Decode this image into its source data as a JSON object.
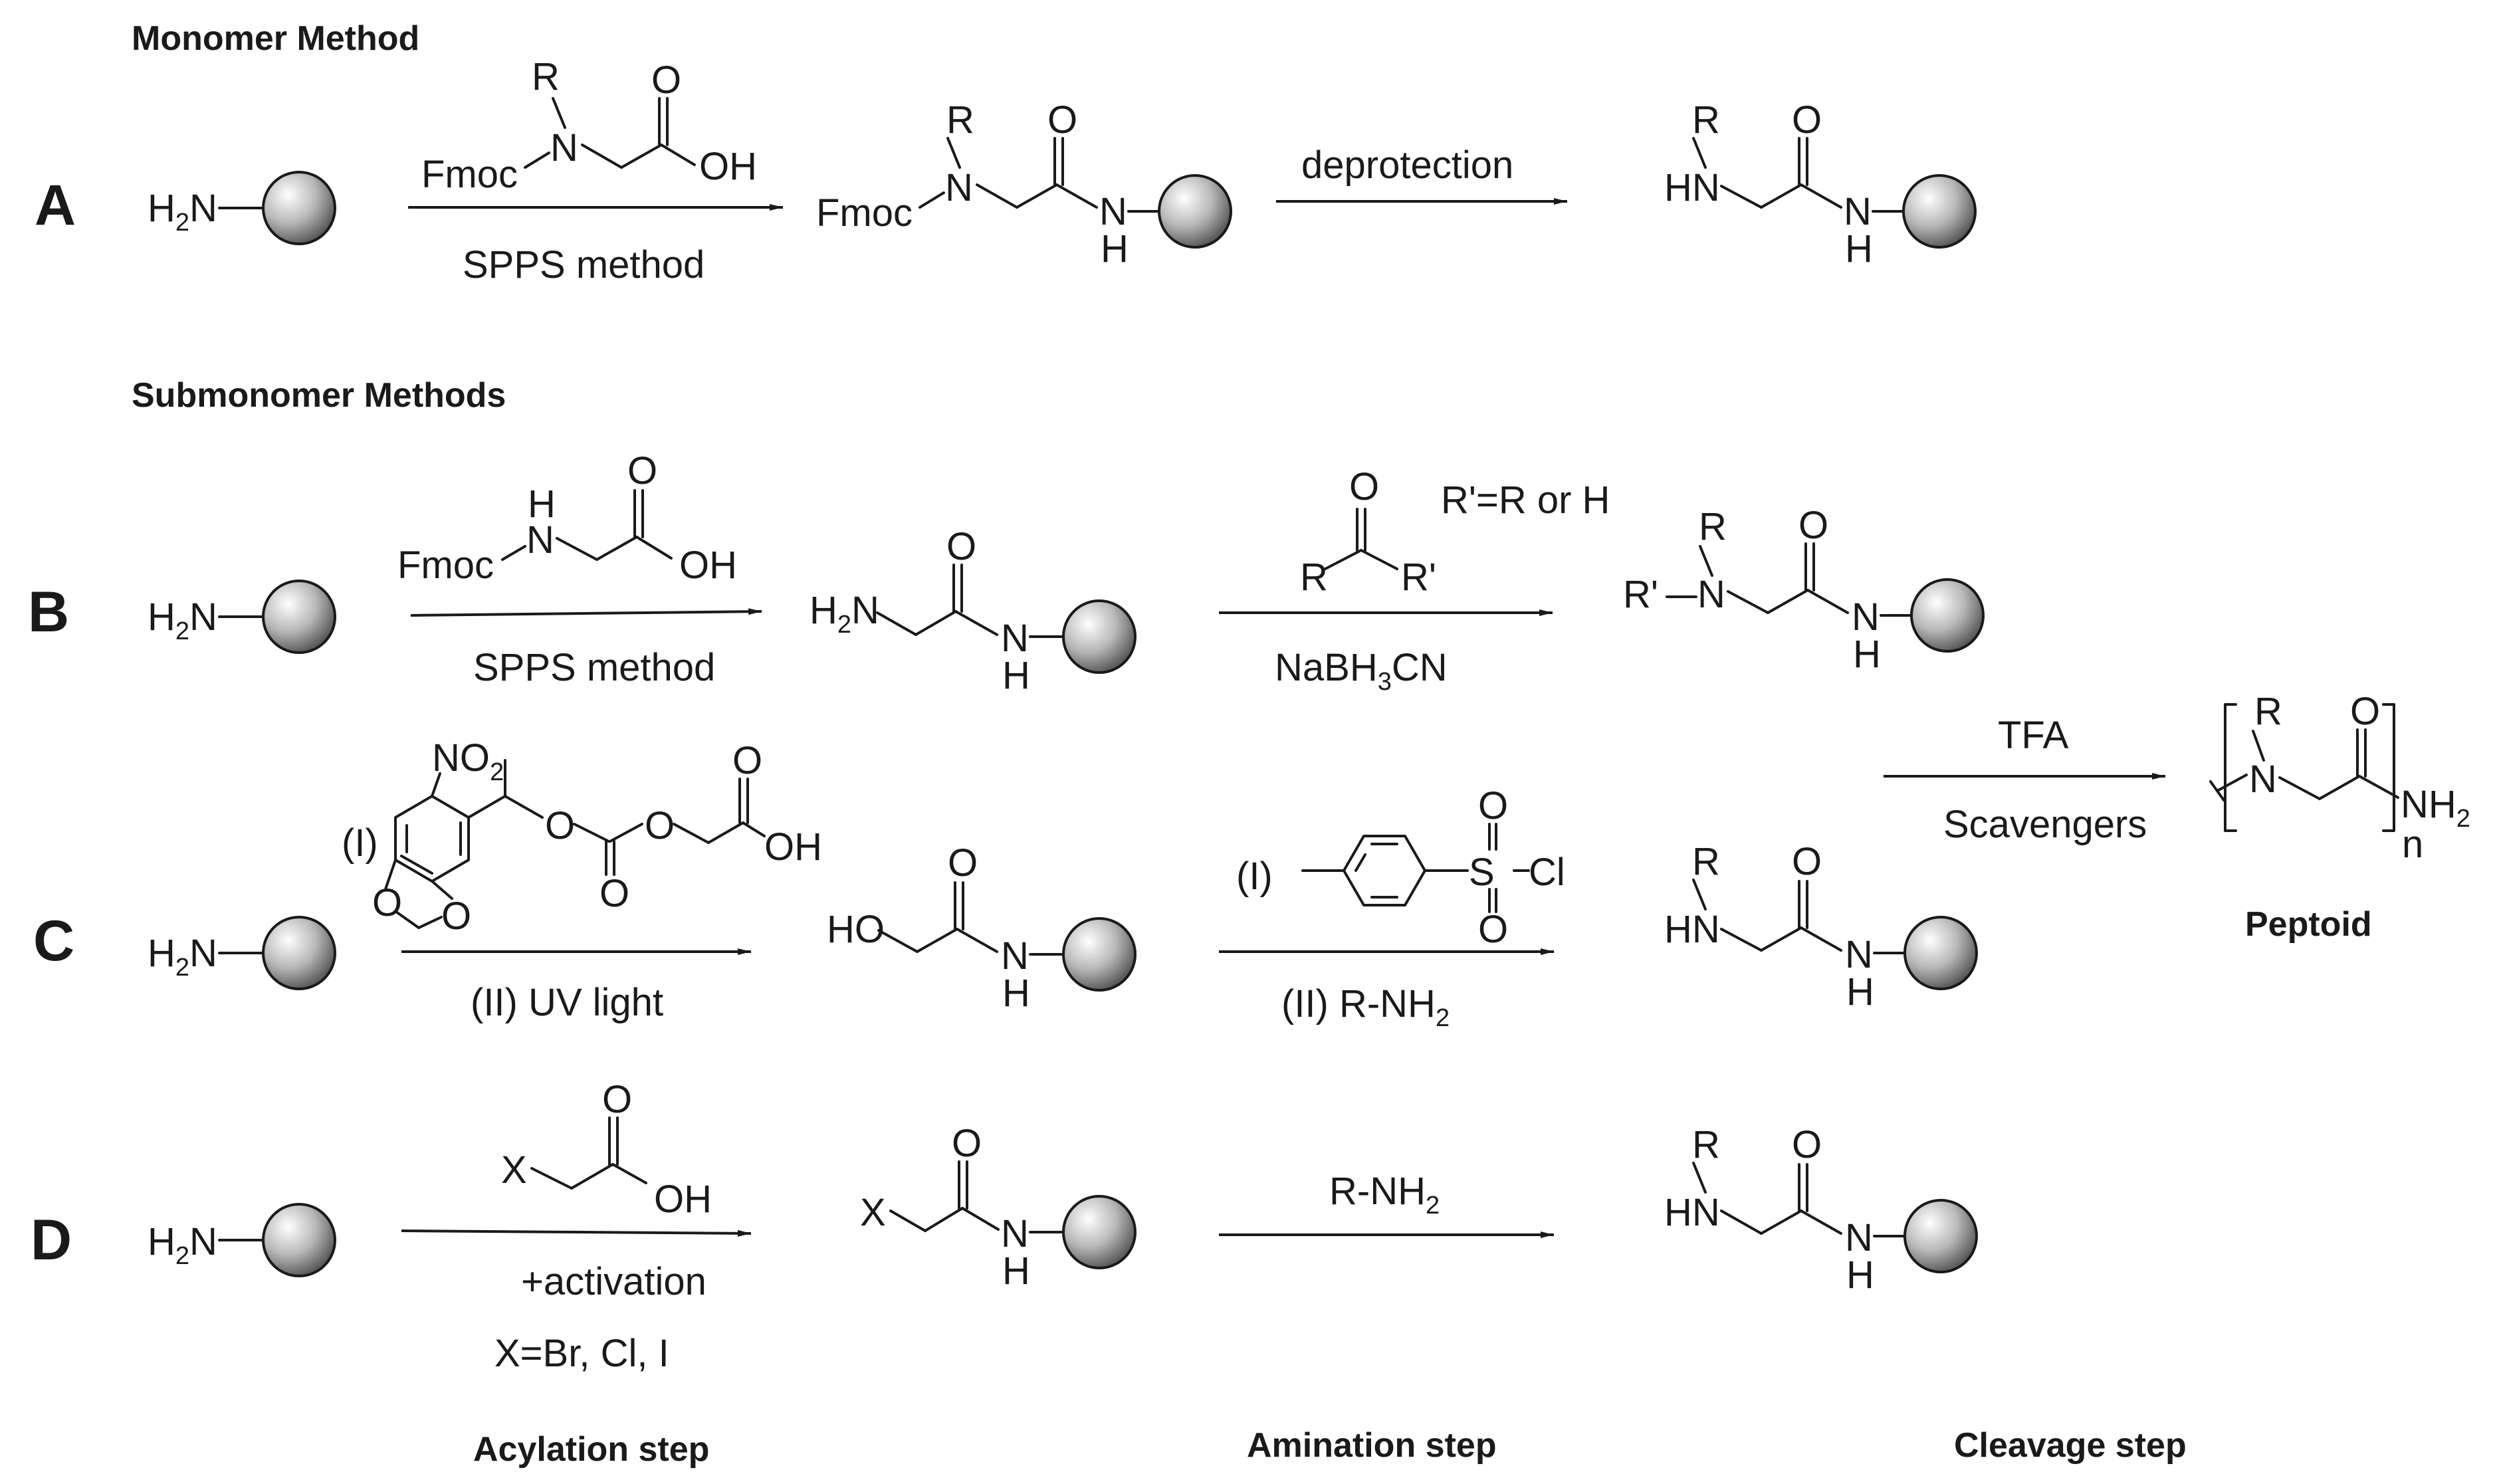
{
  "titles": {
    "monomer": "Monomer Method",
    "submonomer": "Submonomer Methods",
    "acylation": "Acylation step",
    "amination": "Amination step",
    "cleavage": "Cleavage step",
    "peptoid": "Peptoid"
  },
  "rows": {
    "a": "A",
    "b": "B",
    "c": "C",
    "d": "D"
  },
  "atoms": {
    "h2n": "H",
    "sub2": "2",
    "n": "N",
    "h": "H",
    "o": "O",
    "r": "R",
    "r_prime": "R'",
    "oh": "OH",
    "hn": "HN",
    "ho": "HO",
    "x": "X",
    "fmoc": "Fmoc",
    "s": "S",
    "cl": "Cl",
    "no2": "NO",
    "nh2": "NH",
    "nsub": "n"
  },
  "reagents": {
    "a_cond": "SPPS method",
    "a_deprot": "deprotection",
    "b_cond": "SPPS method",
    "b_rr": "R'=R or H",
    "b_red": "NaBH",
    "b_red_sub": "3",
    "b_red_tail": "CN",
    "c_i": "(I)",
    "c_ii": "(II) UV light",
    "c_i2": "(I)",
    "c_ii2": "(II) R-NH",
    "c_ii2_sub": "2",
    "tfa": "TFA",
    "scav": "Scavengers",
    "d_act": "+activation",
    "d_x": "X=Br, Cl, I",
    "d_amine": "R-NH",
    "d_amine_sub": "2"
  }
}
